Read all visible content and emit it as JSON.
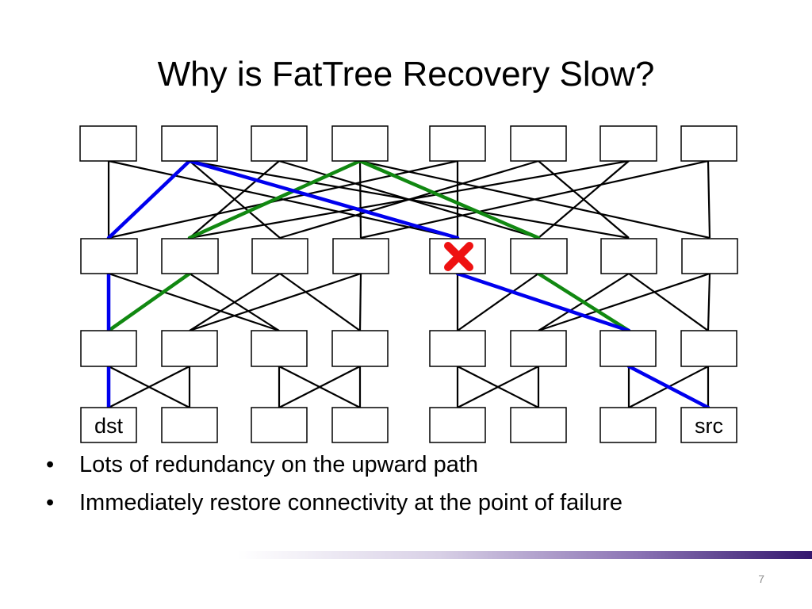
{
  "slide": {
    "title": "Why is FatTree Recovery Slow?",
    "page_number": "7"
  },
  "diagram": {
    "labels": {
      "dst": "dst",
      "src": "src"
    },
    "colors": {
      "path_blue": "#0000ee",
      "path_green": "#118811",
      "failure": "#ee1111"
    }
  },
  "bullets": [
    {
      "text": "Lots of redundancy on the upward path"
    },
    {
      "text": "Immediately restore connectivity at the point of failure"
    }
  ]
}
